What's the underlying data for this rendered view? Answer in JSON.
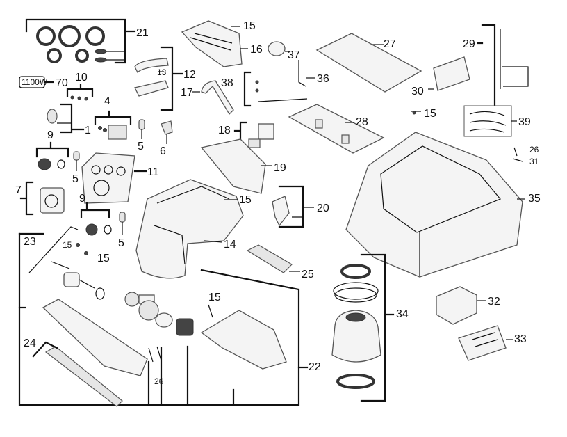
{
  "callouts": {
    "c1": "1",
    "c4": "4",
    "c5a": "5",
    "c5b": "5",
    "c5c": "5",
    "c6": "6",
    "c7": "7",
    "c9a": "9",
    "c9b": "9",
    "c10": "10",
    "c11": "11",
    "c12": "12",
    "c13": "13",
    "c14": "14",
    "c15a": "15",
    "c15b": "15",
    "c15c": "15",
    "c15d": "15",
    "c15e": "15",
    "c15f": "15",
    "c16": "16",
    "c17": "17",
    "c18": "18",
    "c19": "19",
    "c20": "20",
    "c21": "21",
    "c22": "22",
    "c23": "23",
    "c24": "24",
    "c25": "25",
    "c26a": "26",
    "c26b": "26",
    "c27": "27",
    "c28": "28",
    "c29": "29",
    "c30": "30",
    "c31": "31",
    "c32": "32",
    "c33": "33",
    "c34": "34",
    "c35": "35",
    "c36": "36",
    "c37": "37",
    "c38": "38",
    "c39": "39",
    "c70": "70"
  },
  "rating_label": "1100W",
  "colors": {
    "line": "#111111",
    "part_fill": "#f4f4f4",
    "background": "#ffffff"
  }
}
